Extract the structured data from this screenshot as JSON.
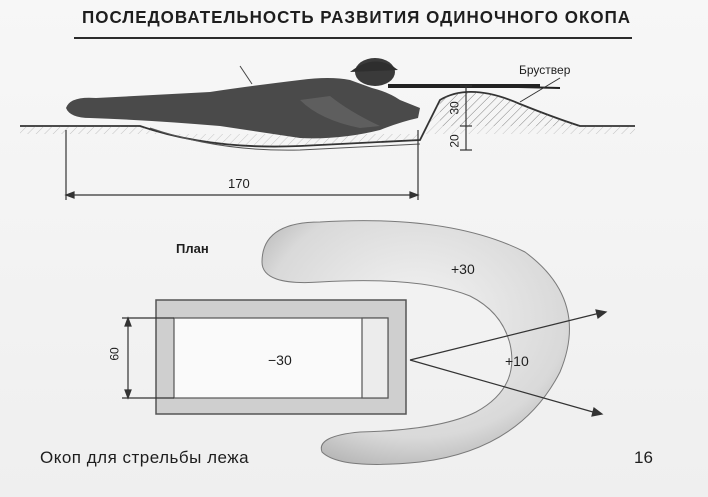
{
  "title": "ПОСЛЕДОВАТЕЛЬНОСТЬ РАЗВИТИЯ ОДИНОЧНОГО ОКОПА",
  "labels": {
    "parapet": "Бруствер",
    "plan": "План"
  },
  "dimensions": {
    "length": "170",
    "parapet_height": "30",
    "depth": "20",
    "width": "60"
  },
  "plan_values": {
    "parapet": "+30",
    "trench": "−30",
    "front_zone": "+10"
  },
  "caption": "Окоп для стрельбы лежа",
  "page_number": "16"
}
